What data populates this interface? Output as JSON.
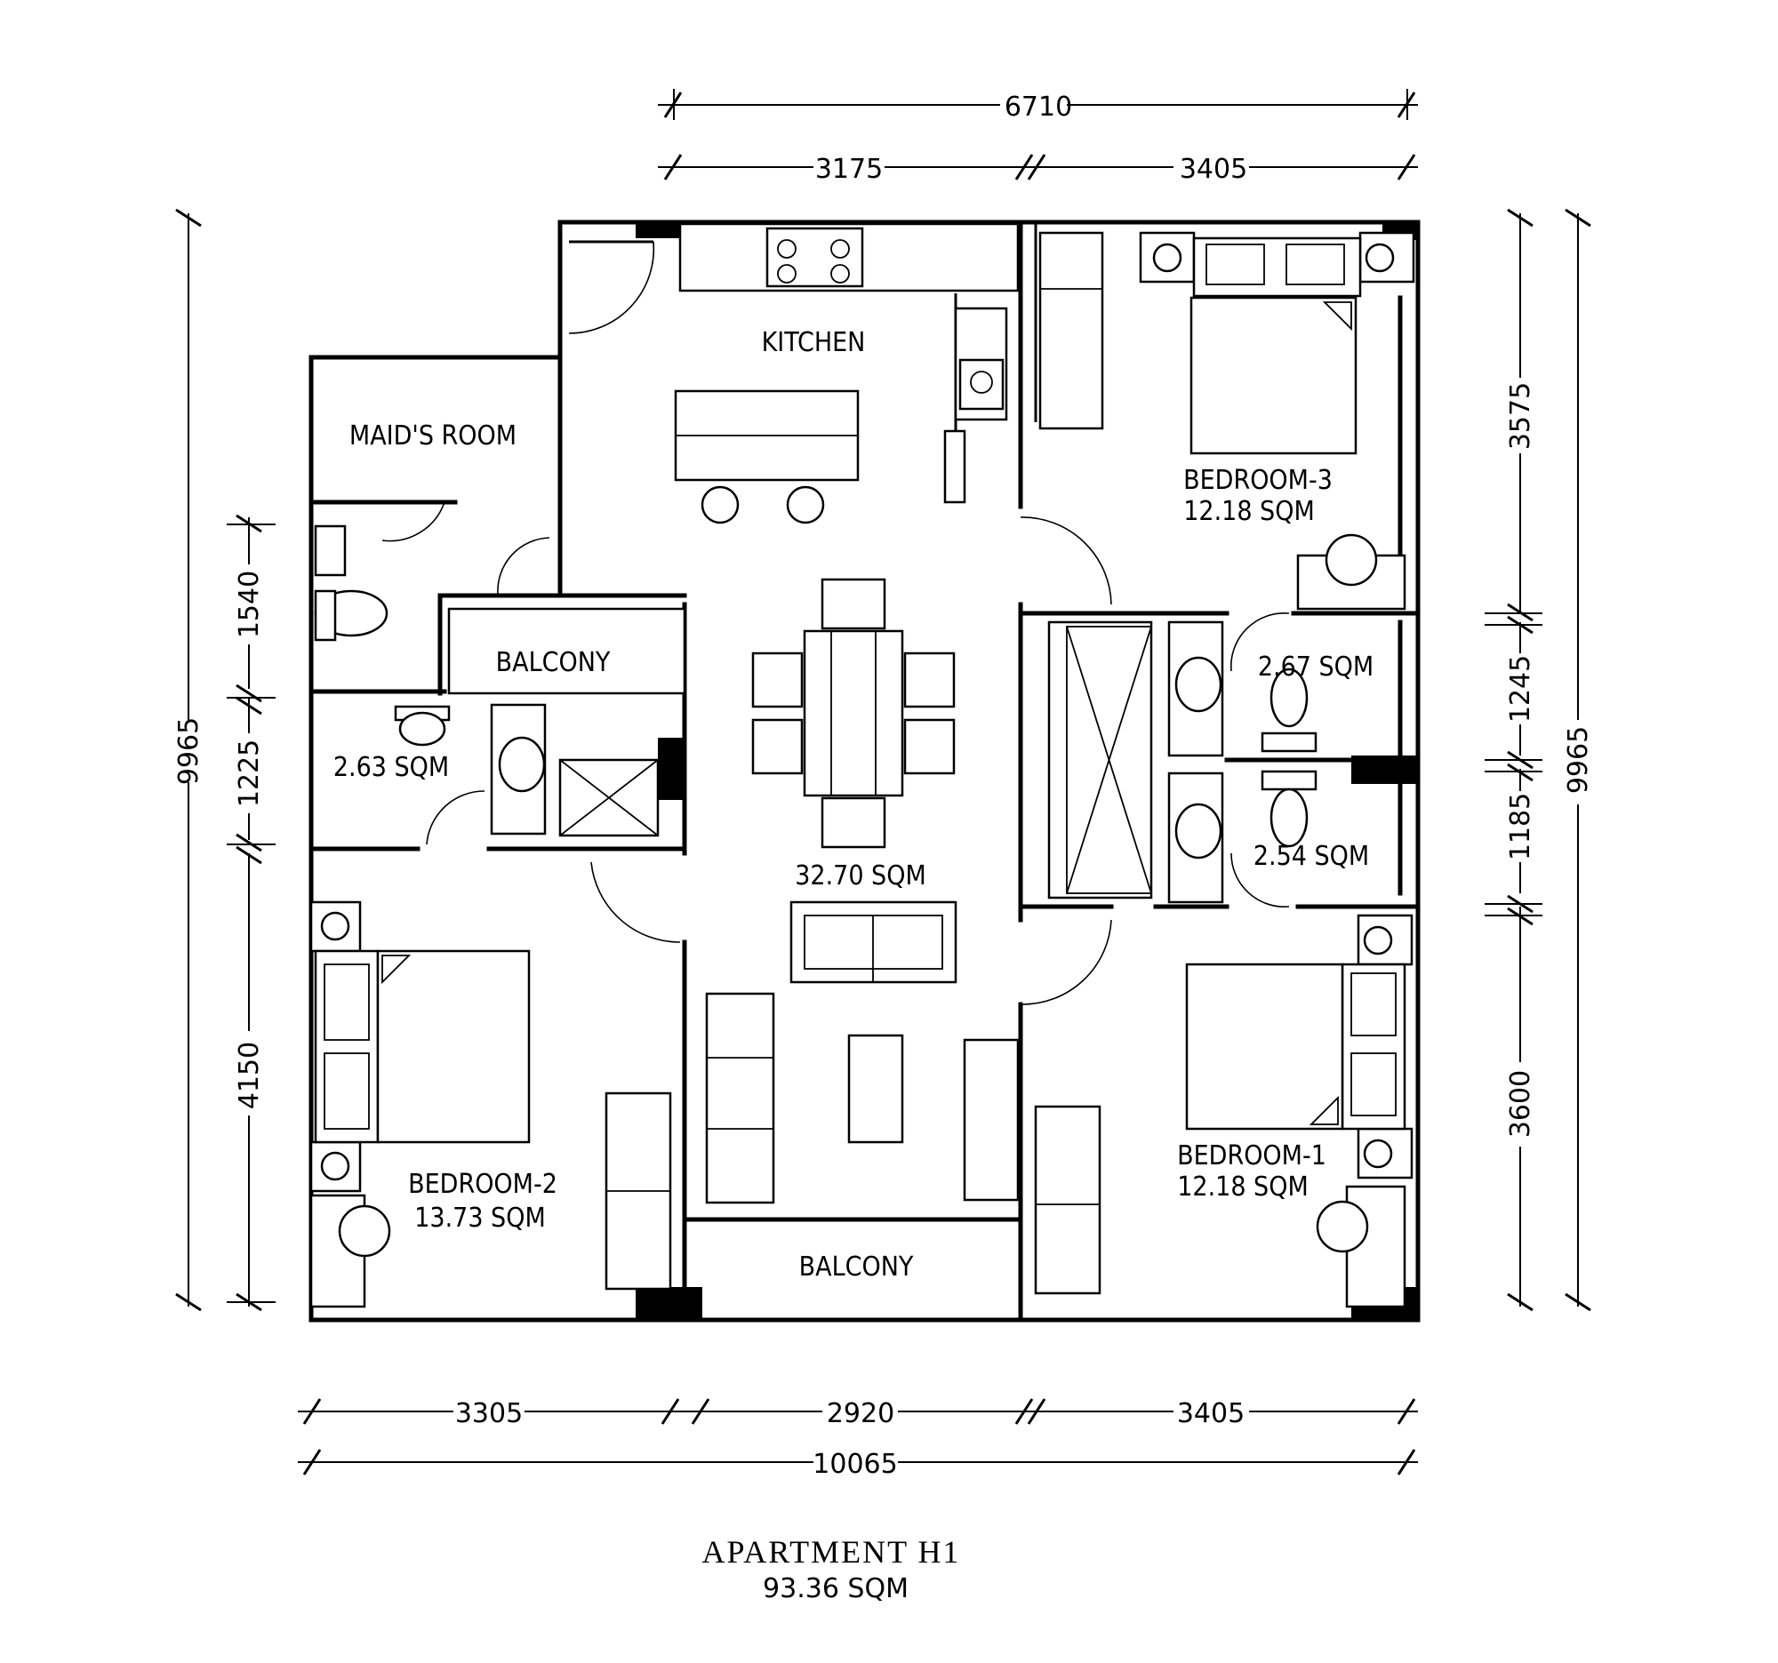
{
  "plan": {
    "title": "APARTMENT H1",
    "total_area": "93.36 SQM"
  },
  "rooms": {
    "kitchen": "KITCHEN",
    "maids_room": "MAID'S ROOM",
    "balcony_upper": "BALCONY",
    "balcony_lower": "BALCONY",
    "living_area": "32.70 SQM",
    "bath_maid_area": "2.63 SQM",
    "bath_upper_area": "2.67 SQM",
    "bath_lower_area": "2.54 SQM",
    "bedroom3_name": "BEDROOM-3",
    "bedroom3_area": "12.18 SQM",
    "bedroom2_name": "BEDROOM-2",
    "bedroom2_area": "13.73 SQM",
    "bedroom1_name": "BEDROOM-1",
    "bedroom1_area": "12.18 SQM"
  },
  "dimensions": {
    "top_total": "6710",
    "top_left": "3175",
    "top_right": "3405",
    "bottom_left": "3305",
    "bottom_mid": "2920",
    "bottom_right": "3405",
    "bottom_total": "10065",
    "left_total": "9965",
    "left_upper": "1540",
    "left_mid": "1225",
    "left_lower": "4150",
    "right_upper": "3575",
    "right_mid1": "1245",
    "right_mid2": "1185",
    "right_lower": "3600",
    "right_total": "9965"
  }
}
